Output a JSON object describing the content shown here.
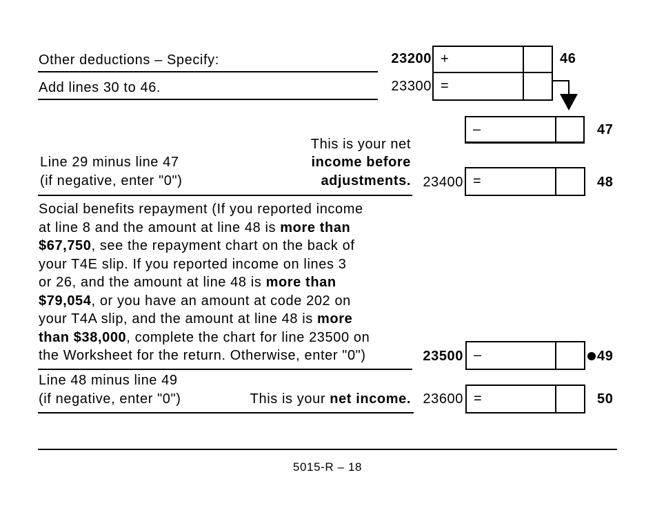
{
  "rows": {
    "other_deductions": {
      "label": "Other deductions – Specify:",
      "code": "23200",
      "sign": "+",
      "line": "46"
    },
    "add_lines": {
      "label": "Add lines 30 to 46.",
      "code": "23300",
      "sign": "="
    },
    "line47": {
      "sign": "–",
      "line": "47"
    },
    "net_before": {
      "label_1": "Line 29 minus line 47",
      "label_2": "(if negative, enter \"0\")",
      "note_1": "This is your net",
      "note_2": "income before",
      "note_3": "adjustments.",
      "code": "23400",
      "sign": "=",
      "line": "48"
    },
    "social_benefits": {
      "l1": "Social benefits repayment (If you reported income",
      "l2a": "at line 8 and the amount at line 48 is ",
      "l2b": "more than",
      "l3a": "$67,750",
      "l3b": ", see the repayment chart on the back of",
      "l4": "your T4E slip. If you reported income on lines 3",
      "l5a": "or 26, and the amount at line 48 is ",
      "l5b": "more than",
      "l6a": "$79,054",
      "l6b": ", or you have an amount at code 202 on",
      "l7a": "your T4A slip, and the amount at line 48 is ",
      "l7b": "more",
      "l8a": "than $38,000",
      "l8b": ", complete the chart for line 23500 on",
      "l9": "the Worksheet for the return. Otherwise, enter \"0\")",
      "code": "23500",
      "sign": "–",
      "line": "49"
    },
    "net_income": {
      "label_1": "Line 48 minus line 49",
      "label_2": "(if negative, enter \"0\")",
      "note_a": "This is your ",
      "note_b": "net income.",
      "code": "23600",
      "sign": "=",
      "line": "50"
    }
  },
  "footer": {
    "page_id": "5015-R – 18"
  }
}
